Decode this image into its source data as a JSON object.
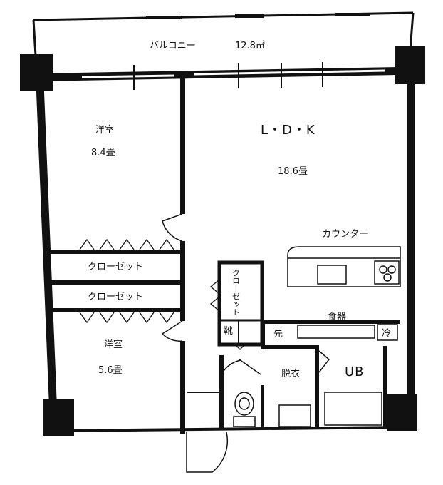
{
  "rooms": {
    "balcony": {
      "label": "バルコニー",
      "area": "12.8㎡"
    },
    "ldk": {
      "label": "L・D・K",
      "area": "18.6畳"
    },
    "western_room_upper": {
      "label": "洋室",
      "area": "8.4畳"
    },
    "western_room_lower": {
      "label": "洋室",
      "area": "5.6畳"
    },
    "closet_upper": {
      "label": "クローゼット"
    },
    "closet_lower": {
      "label": "クローゼット"
    },
    "closet_hall": {
      "label": "クローゼット"
    },
    "shoe_box": {
      "label": "靴"
    },
    "entrance": {
      "label": "先"
    },
    "dressing_room": {
      "label": "脱衣"
    },
    "unit_bath": {
      "label": "UB"
    }
  },
  "fixtures": {
    "counter": {
      "label": "カウンター"
    },
    "dish_storage": {
      "label": "食器"
    },
    "refrigerator": {
      "label": "冷"
    }
  },
  "colors": {
    "wall": "#111111",
    "background": "#ffffff"
  }
}
